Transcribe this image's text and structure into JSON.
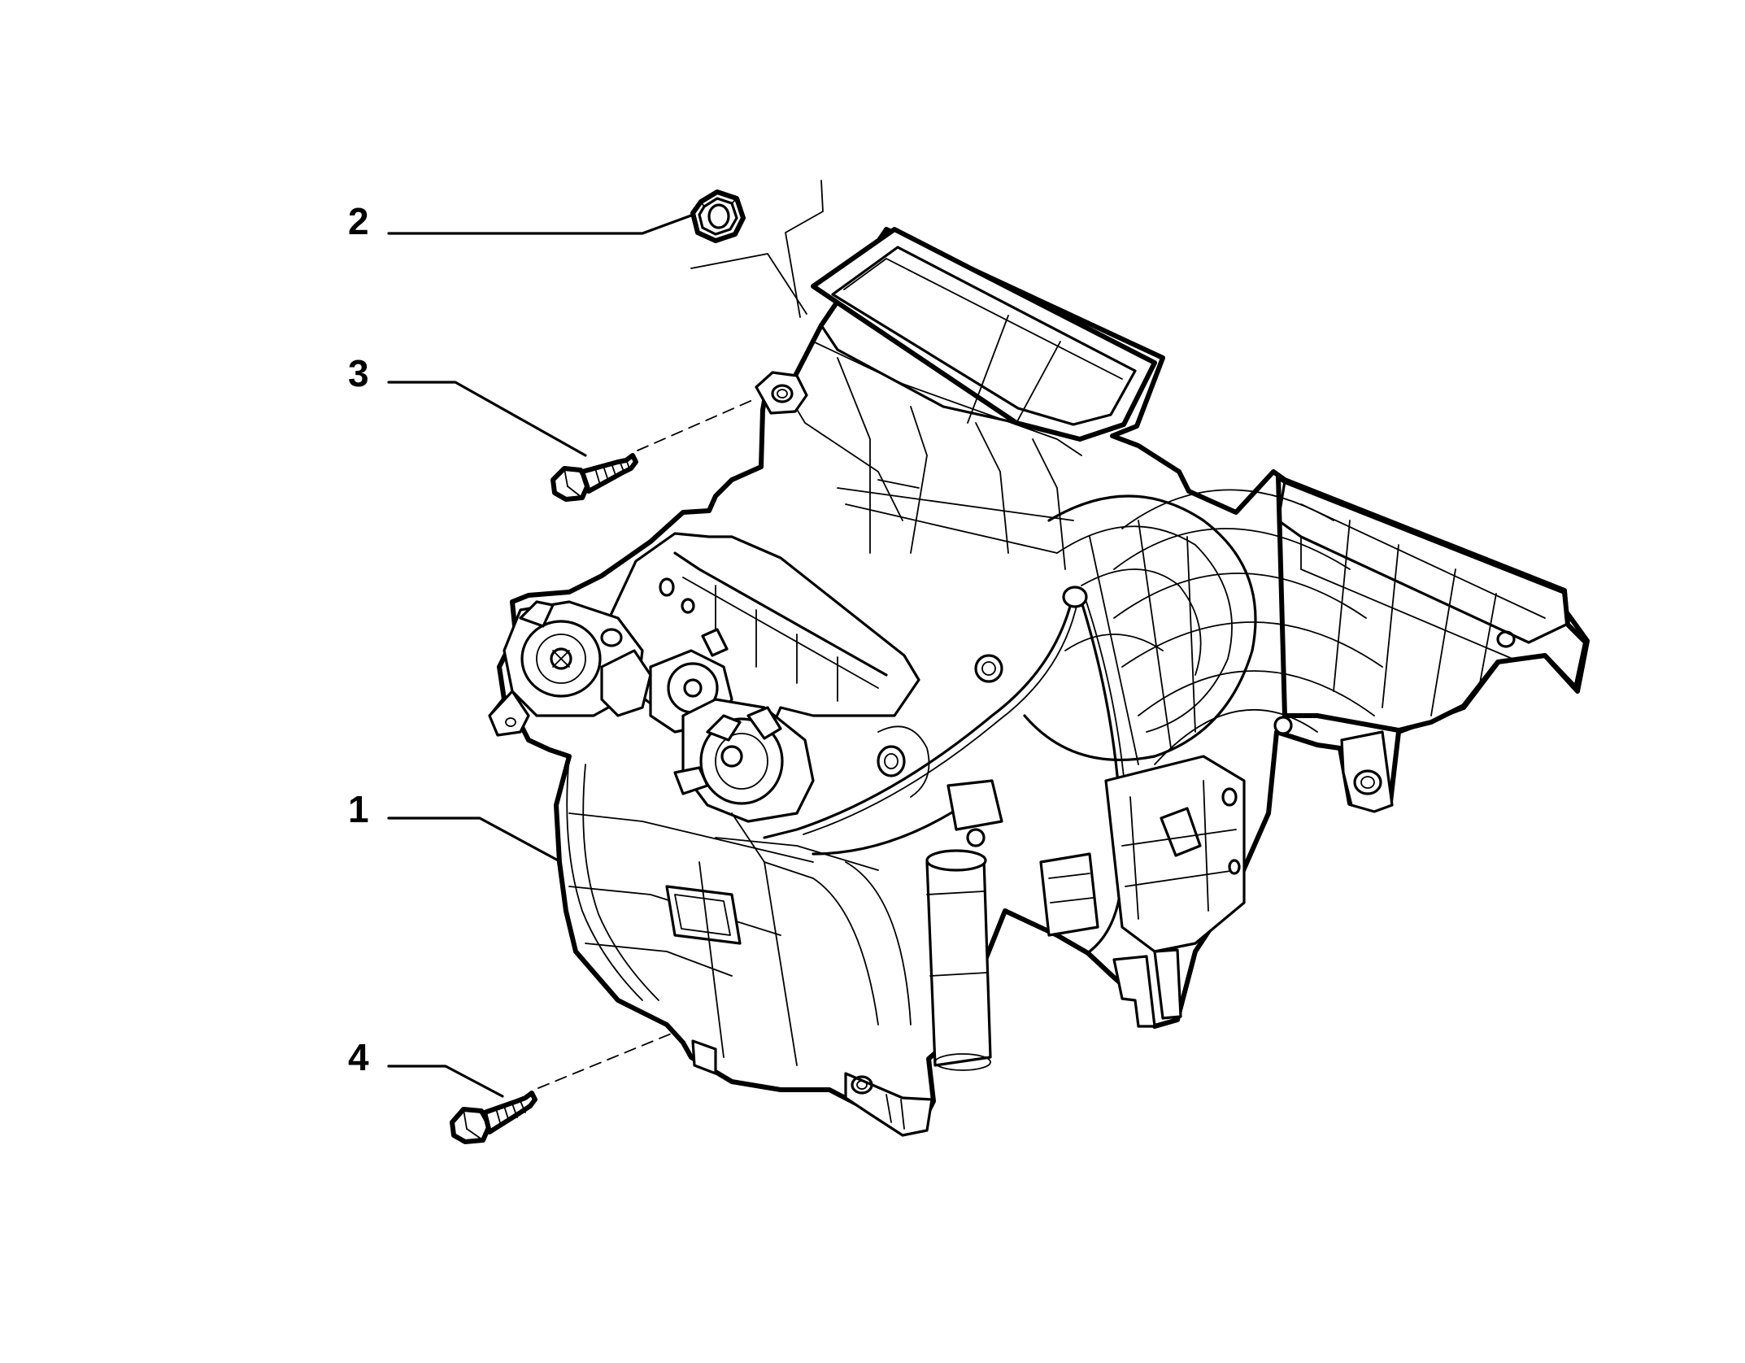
{
  "callouts": [
    {
      "id": "1",
      "label": "1"
    },
    {
      "id": "2",
      "label": "2"
    },
    {
      "id": "3",
      "label": "3"
    },
    {
      "id": "4",
      "label": "4"
    }
  ],
  "parts": {
    "housing": "heater-ac-housing-assembly",
    "nut": "hex-nut",
    "screw_upper": "flange-screw",
    "screw_lower": "flange-screw"
  },
  "colors": {
    "ink": "#000000",
    "background": "#ffffff"
  }
}
